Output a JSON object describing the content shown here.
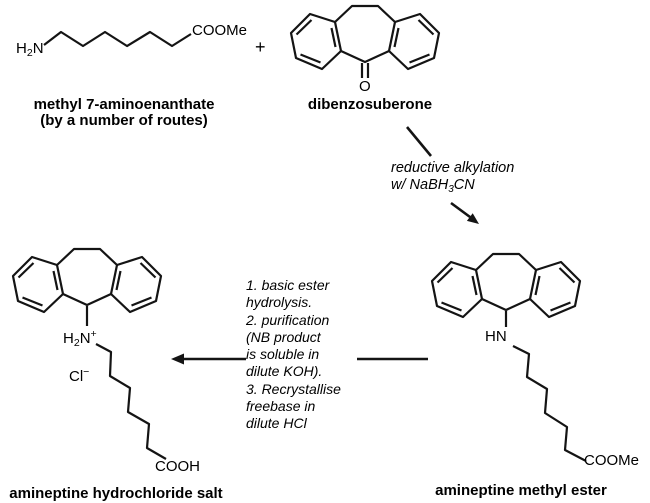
{
  "scheme": {
    "reactant1": {
      "caption_line1": "methyl 7-aminoenanthate",
      "caption_line2": "(by a number of routes)",
      "amine": {
        "h": "H",
        "sub": "2",
        "n": "N"
      },
      "ester": "COOMe"
    },
    "plus": "+",
    "reactant2": {
      "caption": "dibenzosuberone",
      "ketone_oxygen": "O"
    },
    "step1": {
      "line1": "reductive alkylation",
      "line2_pre": "w/ NaBH",
      "line2_sub": "3",
      "line2_post": "CN"
    },
    "intermediate": {
      "caption": "amineptine methyl ester",
      "amine": "HN",
      "ester": "COOMe"
    },
    "step2": {
      "lines": [
        "1. basic ester",
        "hydrolysis.",
        "2. purification",
        "(NB product",
        "is soluble in",
        "dilute KOH).",
        "3. Recrystallise",
        "freebase in",
        "dilute HCl"
      ]
    },
    "product": {
      "caption": "amineptine hydrochloride salt",
      "ammonium": {
        "h": "H",
        "sub": "2",
        "n": "N",
        "charge": "+"
      },
      "counterion": {
        "symbol": "Cl",
        "charge": "−"
      },
      "acid": "COOH"
    }
  },
  "colors": {
    "ink": "#141414",
    "background": "#ffffff"
  }
}
